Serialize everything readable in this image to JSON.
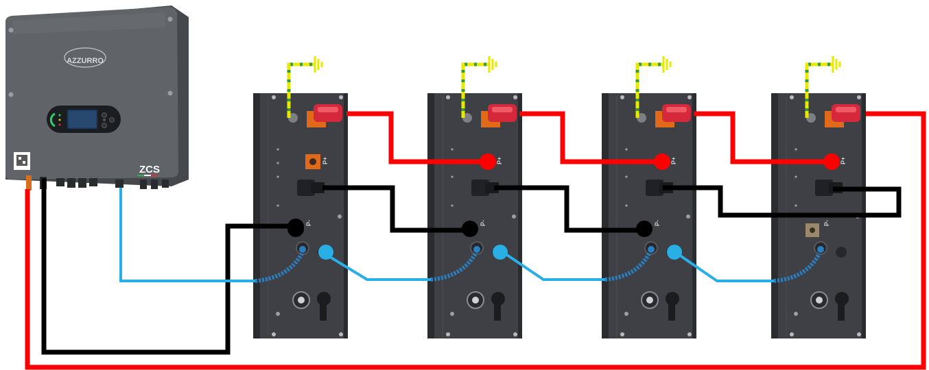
{
  "inverter": {
    "logo_text": "AZZURRO",
    "brand_text": "ZCS",
    "qr_label": "QR"
  },
  "battery_modules": [
    {
      "id": "module-1",
      "p_plus_label": "P+",
      "p_minus_label": "P-"
    },
    {
      "id": "module-2",
      "p_plus_label": "P+",
      "p_minus_label": "P-"
    },
    {
      "id": "module-3",
      "p_plus_label": "P+",
      "p_minus_label": "P-"
    },
    {
      "id": "module-4",
      "p_plus_label": "P+",
      "p_minus_label": "P-"
    }
  ],
  "cables": {
    "positive_color": "#ff0000",
    "negative_color": "#000000",
    "communication_color": "#29aee6",
    "ground_color_primary": "#e8e800",
    "ground_color_secondary": "#3a9a3a"
  },
  "colors": {
    "inverter_body": "#5c5f64",
    "module_body": "#3e4045",
    "module_edge": "#2a2c30",
    "terminal_orange": "#e06a1a"
  }
}
